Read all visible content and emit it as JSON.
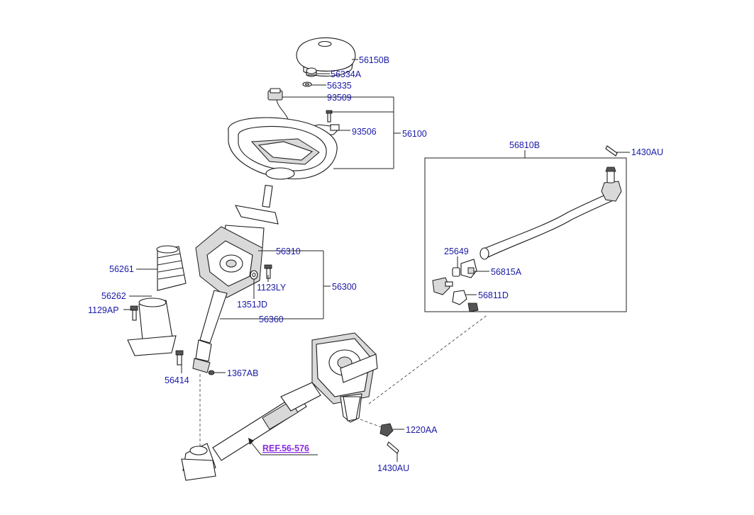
{
  "labels": {
    "p56150B": "56150B",
    "p56334A": "56334A",
    "p56335": "56335",
    "p93509": "93509",
    "p93506": "93506",
    "p56100": "56100",
    "p56810B": "56810B",
    "p1430AU_top": "1430AU",
    "p25649": "25649",
    "p56815A": "56815A",
    "p56811D": "56811D",
    "p56310": "56310",
    "p56261": "56261",
    "p1123LY": "1123LY",
    "p56300": "56300",
    "p56262": "56262",
    "p1351JD": "1351JD",
    "p1129AP": "1129AP",
    "p56360": "56360",
    "p56414": "56414",
    "p1367AB": "1367AB",
    "p1220AA": "1220AA",
    "p1430AU_bottom": "1430AU",
    "ref": "REF.56-576"
  },
  "colors": {
    "label": "#1a1aa6",
    "ref": "#8a2be2",
    "line": "#222222"
  }
}
